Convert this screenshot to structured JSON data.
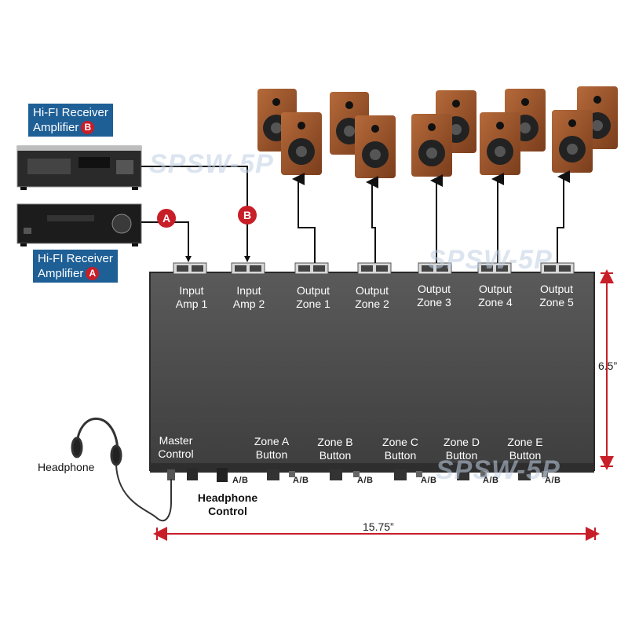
{
  "receivers": {
    "b": {
      "title_line1": "Hi-FI Receiver",
      "title_line2": "Amplifier",
      "badge": "B"
    },
    "a": {
      "title_line1": "Hi-FI Receiver",
      "title_line2": "Amplifier",
      "badge": "A"
    }
  },
  "connector_badges": {
    "a": "A",
    "b": "B"
  },
  "watermark": "SPSW-5P",
  "inputs": [
    {
      "line1": "Input",
      "line2": "Amp 1"
    },
    {
      "line1": "Input",
      "line2": "Amp 2"
    }
  ],
  "outputs": [
    {
      "line1": "Output",
      "line2": "Zone 1"
    },
    {
      "line1": "Output",
      "line2": "Zone 2"
    },
    {
      "line1": "Output",
      "line2": "Zone 3"
    },
    {
      "line1": "Output",
      "line2": "Zone 4"
    },
    {
      "line1": "Output",
      "line2": "Zone 5"
    }
  ],
  "front_panel": {
    "master": {
      "line1": "Master",
      "line2": "Control"
    },
    "zones": [
      {
        "line1": "Zone A",
        "line2": "Button"
      },
      {
        "line1": "Zone B",
        "line2": "Button"
      },
      {
        "line1": "Zone C",
        "line2": "Button"
      },
      {
        "line1": "Zone D",
        "line2": "Button"
      },
      {
        "line1": "Zone E",
        "line2": "Button"
      }
    ],
    "ab_label": "A/B"
  },
  "headphone": {
    "label": "Headphone",
    "control_line1": "Headphone",
    "control_line2": "Control"
  },
  "dimensions": {
    "height": "6.5”",
    "width": "15.75”"
  },
  "colors": {
    "body": "#4a4a4a",
    "accent_blue": "#1e5f96",
    "badge_red": "#c81e28",
    "dimension": "#c81e28"
  }
}
